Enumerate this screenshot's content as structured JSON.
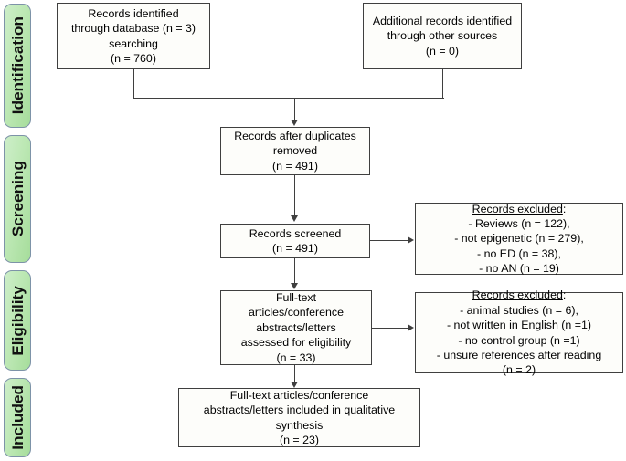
{
  "diagram": {
    "title": "PRISMA study selection flow diagram",
    "accent_green_light": "#cdeec9",
    "accent_green_dark": "#a6dd9b",
    "border_color": "#3f3f3f",
    "pill_border_color": "#7d93a8",
    "box_fill": "#fdfdfa"
  },
  "stages": [
    {
      "label": "Identification"
    },
    {
      "label": "Screening"
    },
    {
      "label": "Eligibility"
    },
    {
      "label": "Included"
    }
  ],
  "boxes": {
    "records_database": "Records identified\nthrough database (n = 3)\nsearching\n(n = 760)",
    "records_other": "Additional records identified\nthrough other sources\n(n = 0)",
    "duplicates_removed": "Records after duplicates\nremoved\n(n = 491)",
    "records_screened": "Records screened\n(n = 491)",
    "fulltext_assessed": "Full-text\narticles/conference\nabstracts/letters\nassessed for eligibility\n(n  = 33)",
    "included_synthesis": "Full-text articles/conference\nabstracts/letters included in qualitative\nsynthesis\n(n = 23)"
  },
  "exclusions": {
    "screening": {
      "title": "Records excluded",
      "title_suffix": ":",
      "items": "- Reviews (n = 122),\n-   not epigenetic (n = 279),\n-   no ED (n = 38),\n-   no AN (n = 19)"
    },
    "eligibility": {
      "title": "Records excluded",
      "title_suffix": ":",
      "items": "-   animal studies (n = 6),\n-   not written in English (n =1)\n-   no control group (n =1)\n-   unsure references after reading\n(n = 2)"
    }
  }
}
